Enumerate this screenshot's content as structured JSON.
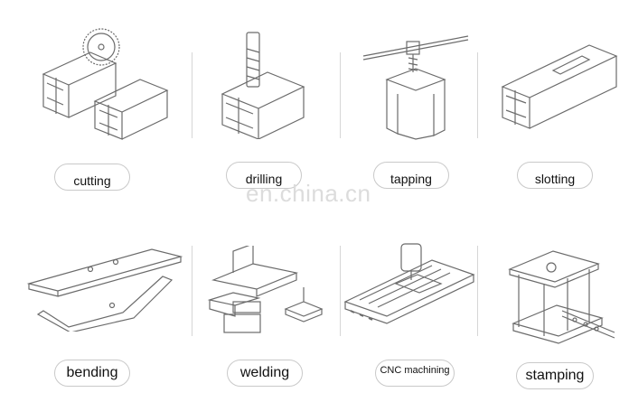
{
  "processes": [
    {
      "label": "cutting"
    },
    {
      "label": "drilling"
    },
    {
      "label": "tapping"
    },
    {
      "label": "slotting"
    },
    {
      "label": "bending"
    },
    {
      "label": "welding"
    },
    {
      "label": "CNC machining"
    },
    {
      "label": "stamping"
    }
  ],
  "watermark": "en.china.cn",
  "colors": {
    "line": "#6b6b6b",
    "pill_border": "#c9c9c9",
    "separator": "#d6d6d6"
  }
}
